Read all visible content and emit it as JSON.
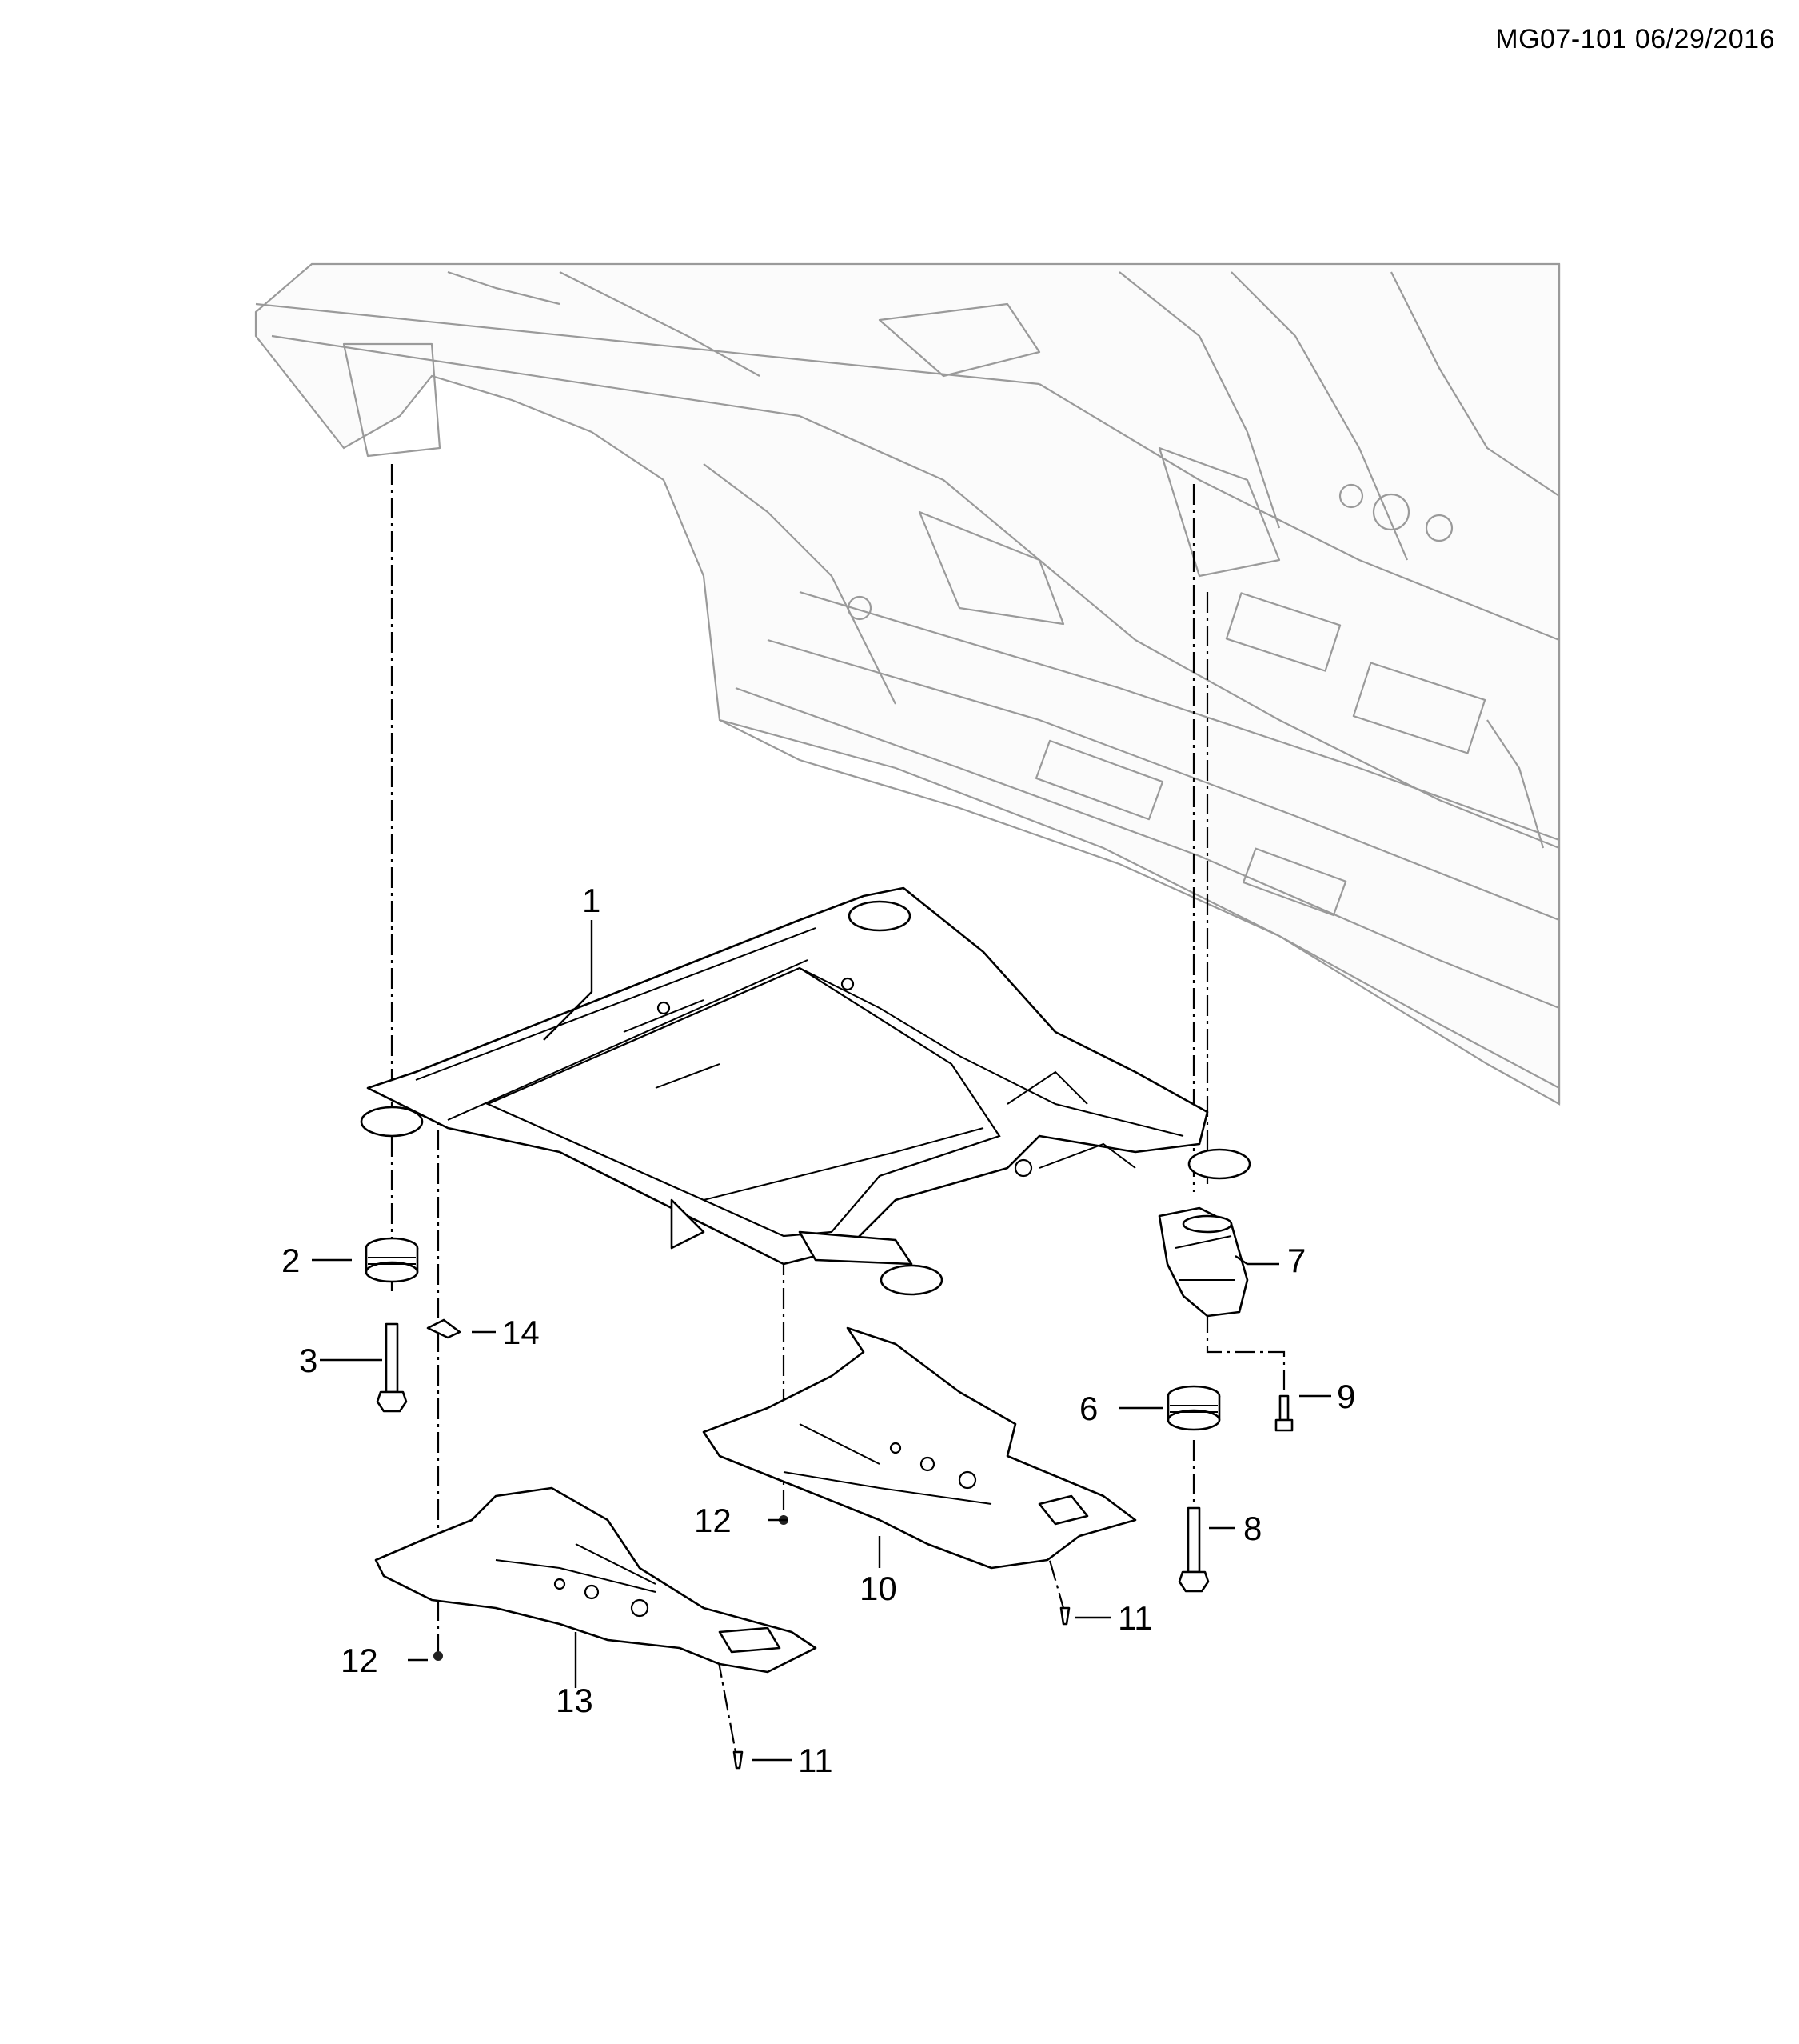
{
  "header": {
    "reference": "MG07-101 06/29/2016"
  },
  "callouts": {
    "c1": "1",
    "c2": "2",
    "c3": "3",
    "c6": "6",
    "c7": "7",
    "c8": "8",
    "c9": "9",
    "c10": "10",
    "c11a": "11",
    "c11b": "11",
    "c12a": "12",
    "c12b": "12",
    "c13": "13",
    "c14": "14"
  },
  "colors": {
    "line": "#000000",
    "vehicle_body": "#9a9a9a",
    "background": "#ffffff"
  }
}
